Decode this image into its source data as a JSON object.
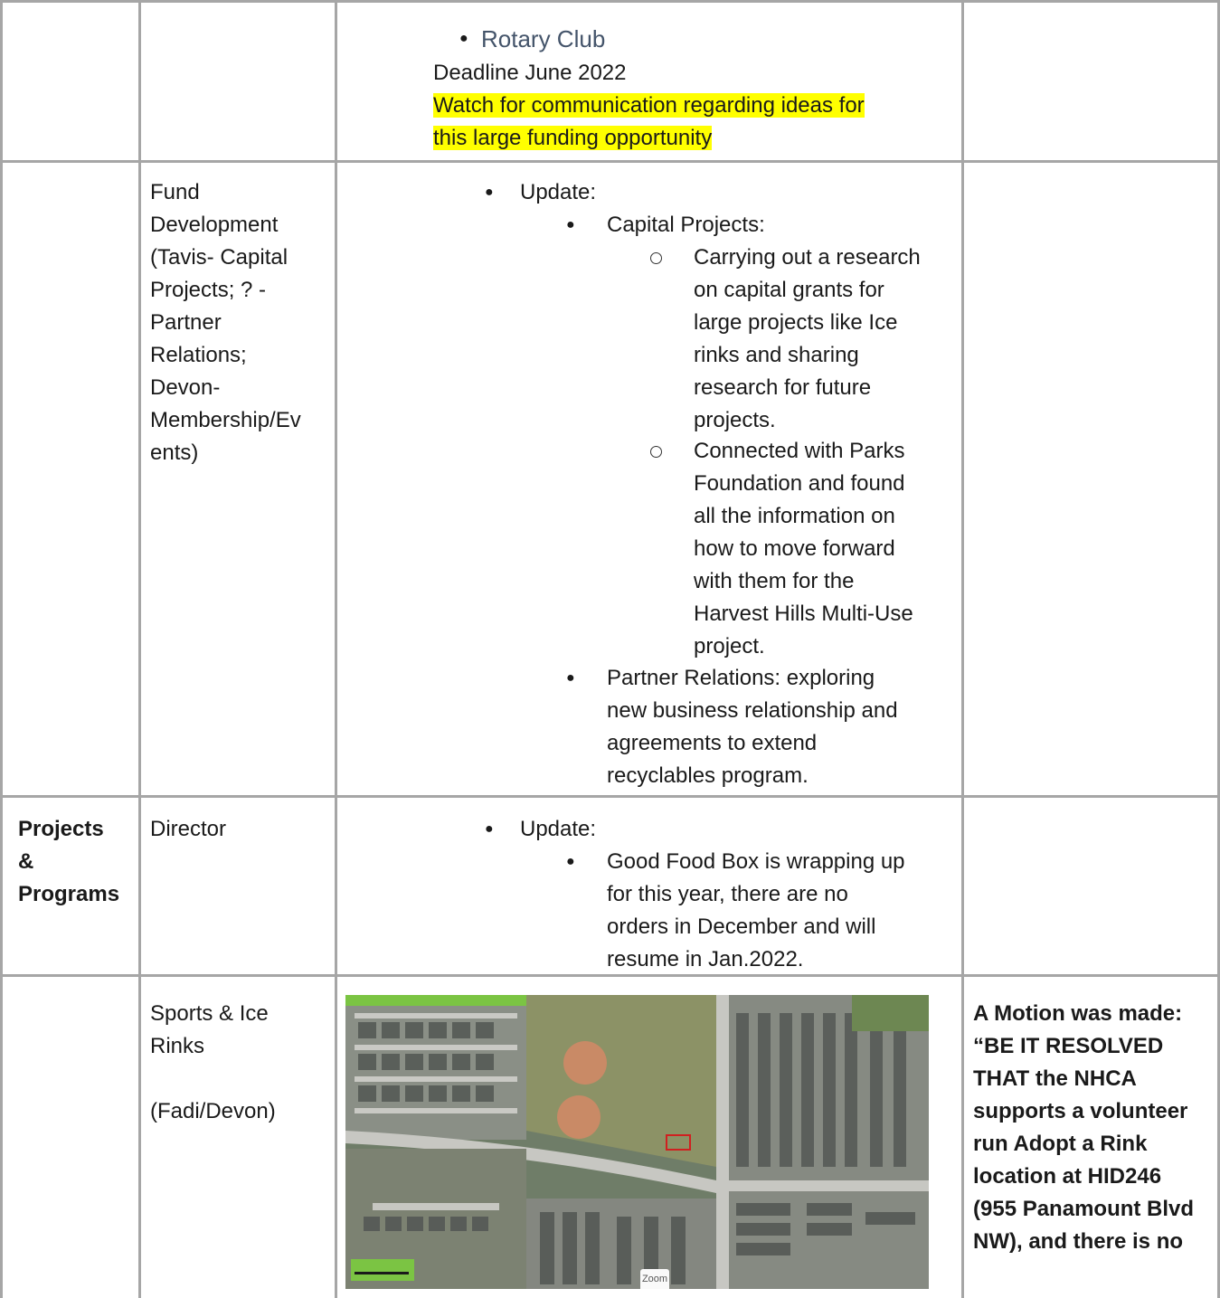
{
  "row1": {
    "bullet": "Rotary Club",
    "deadline": "Deadline June 2022",
    "highlight_line1": "Watch for communication regarding ideas for",
    "highlight_line2": "this large funding opportunity"
  },
  "row2": {
    "role_lines": [
      "Fund",
      "Development",
      "(Tavis- Capital",
      "Projects; ? -",
      "Partner",
      "Relations;",
      "Devon-",
      "Membership/Ev",
      "ents)"
    ],
    "update": "Update:",
    "capital_heading": "Capital Projects:",
    "capital_item1_lines": [
      "Carrying out a research",
      "on capital grants for",
      "large projects like Ice",
      "rinks and sharing",
      "research for future",
      "projects."
    ],
    "capital_item2_lines": [
      "Connected with Parks",
      "Foundation and found",
      "all the information on",
      "how to move forward",
      "with them for the",
      "Harvest Hills Multi-Use",
      "project."
    ],
    "partner_lines": [
      "Partner Relations: exploring",
      "new business relationship and",
      "agreements to extend",
      "recyclables program."
    ]
  },
  "row3": {
    "section_lines": [
      "Projects",
      "&",
      "Programs"
    ],
    "role": "Director",
    "update": "Update:",
    "item_lines": [
      "Good Food Box is wrapping up",
      "for this year, there are no",
      "orders in December and will",
      "resume in Jan.2022."
    ]
  },
  "row4": {
    "role_line1": "Sports & Ice",
    "role_line2": "Rinks",
    "role_line3": "(Fadi/Devon)",
    "map_zoom_label": "Zoom",
    "motion_lines": [
      "A Motion was made:",
      "“BE IT RESOLVED",
      "THAT the NHCA",
      "supports a volunteer",
      "run Adopt a Rink",
      "location at HID246",
      "(955 Panamount Blvd",
      "NW), and there is no"
    ]
  },
  "colors": {
    "border": "#a6a6a6",
    "highlight": "#ffff00",
    "rotary_text": "#44546a"
  }
}
